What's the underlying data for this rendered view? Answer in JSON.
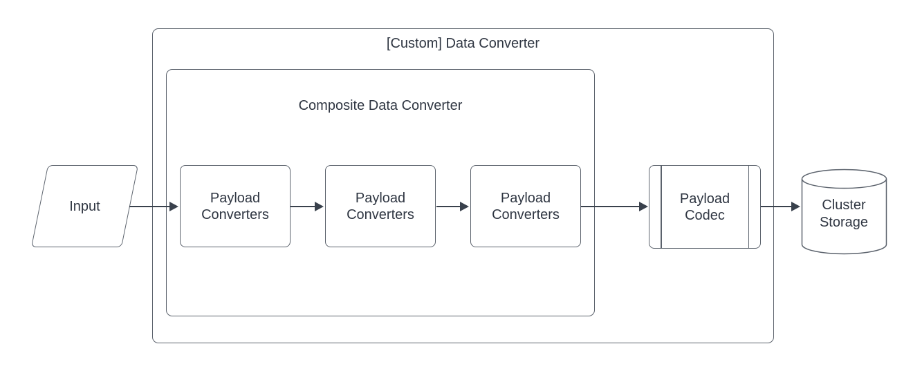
{
  "diagram": {
    "outer_group": {
      "title": "[Custom] Data Converter"
    },
    "inner_group": {
      "title": "Composite Data Converter"
    },
    "input_node": {
      "label": "Input"
    },
    "payload_converters": [
      {
        "line1": "Payload",
        "line2": "Converters"
      },
      {
        "line1": "Payload",
        "line2": "Converters"
      },
      {
        "line1": "Payload",
        "line2": "Converters"
      }
    ],
    "payload_codec": {
      "line1": "Payload",
      "line2": "Codec"
    },
    "cluster_storage": {
      "line1": "Cluster",
      "line2": "Storage"
    },
    "colors": {
      "fill": "#ffffff",
      "shape_border": "#5b626c",
      "text": "#2f3642",
      "arrow": "#39414c"
    }
  }
}
